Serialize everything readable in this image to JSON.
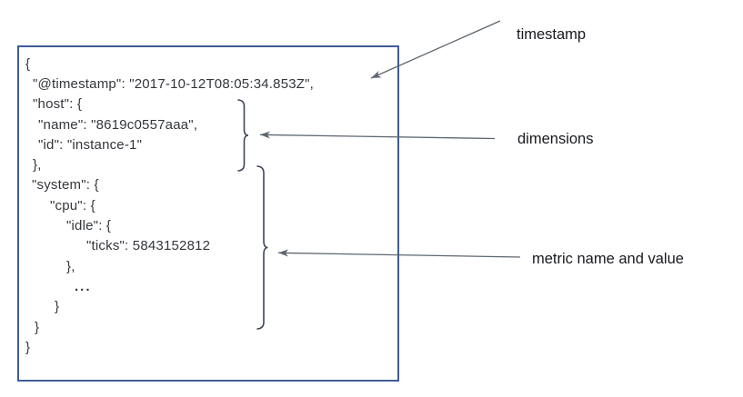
{
  "json_document": {
    "lines": [
      "{",
      "\"@timestamp\": \"2017-10-12T08:05:34.853Z\",",
      "\"host\": {",
      "\"name\": \"8619c0557aaa\",",
      "\"id\": \"instance-1\"",
      "},",
      "\"system\": {",
      "\"cpu\": {",
      "\"idle\": {",
      "\"ticks\": 5843152812",
      "},",
      "...",
      "}",
      "}",
      "}"
    ]
  },
  "annotations": {
    "timestamp": "timestamp",
    "dimensions": "dimensions",
    "metric": "metric name and value"
  },
  "colors": {
    "box_border": "#3f5c99",
    "json_text": "#33363c",
    "brace": "#3e4757",
    "arrow": "#5d6670",
    "label_text": "#17191d"
  }
}
